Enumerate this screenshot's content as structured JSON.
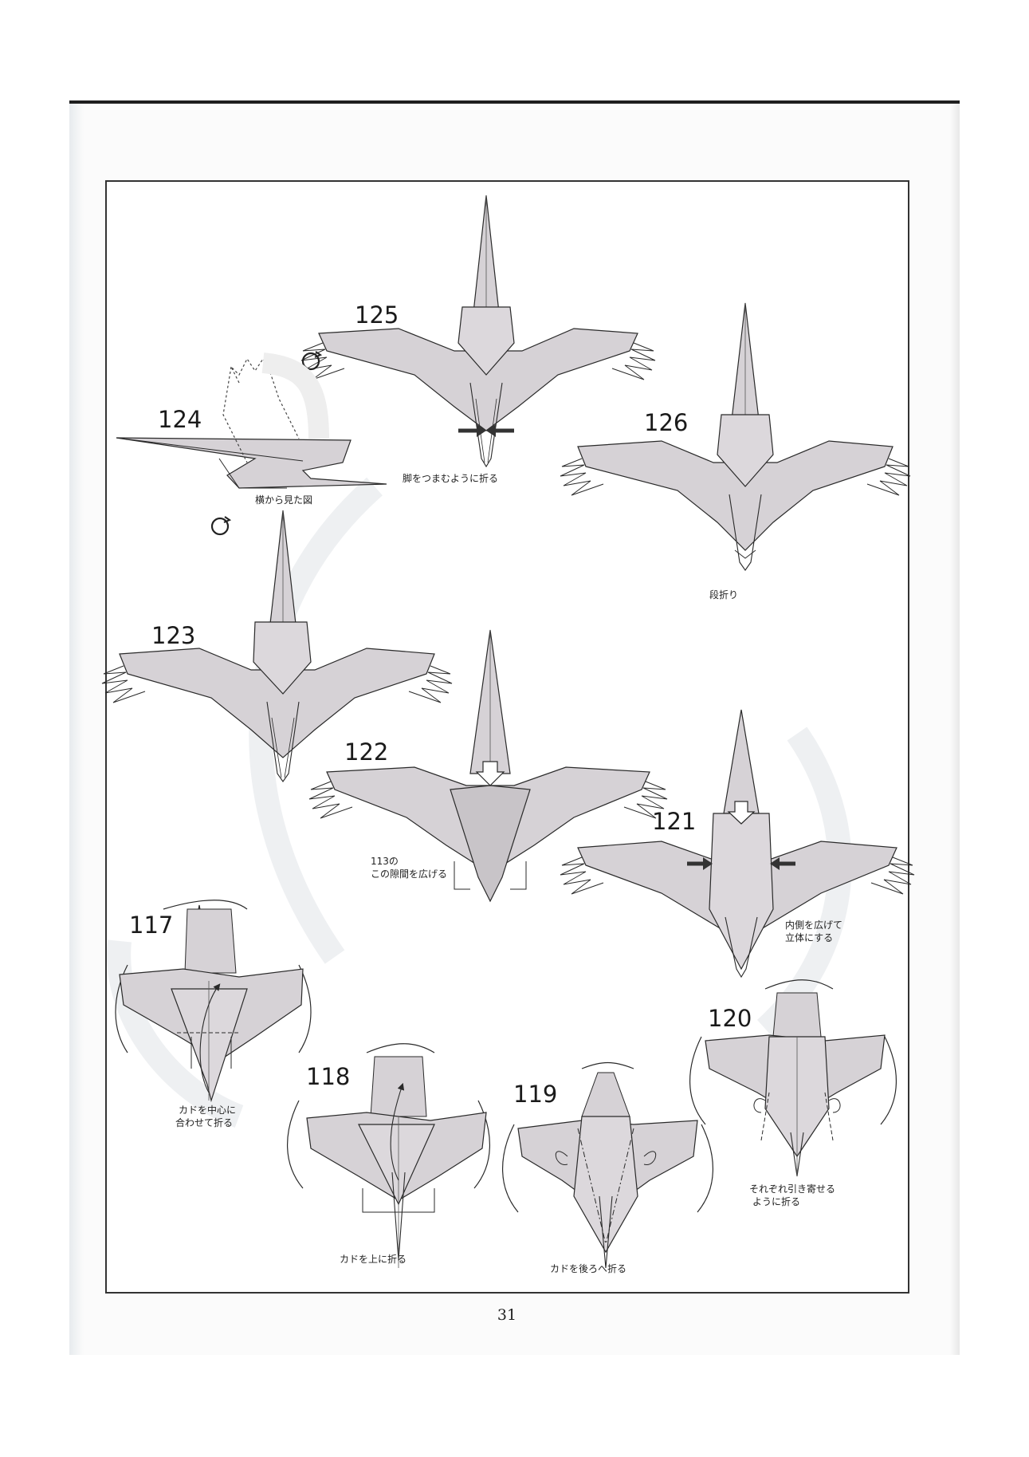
{
  "page": {
    "number": "31"
  },
  "steps": {
    "s117": {
      "number": "117",
      "caption": [
        "カドを中心に",
        "合わせて折る"
      ]
    },
    "s118": {
      "number": "118",
      "caption": [
        "カドを上に折る"
      ]
    },
    "s119": {
      "number": "119",
      "caption": [
        "カドを後ろへ折る"
      ]
    },
    "s120": {
      "number": "120",
      "caption": [
        "それぞれ引き寄せる",
        "ように折る"
      ]
    },
    "s121": {
      "number": "121",
      "caption": [
        "内側を広げて",
        "立体にする"
      ]
    },
    "s122": {
      "number": "122",
      "caption": [
        "113の",
        "この隙間を広げる"
      ]
    },
    "s123": {
      "number": "123",
      "caption": []
    },
    "s124": {
      "number": "124",
      "caption": [
        "横から見た図"
      ]
    },
    "s125": {
      "number": "125",
      "caption": [
        "脚をつまむように折る"
      ]
    },
    "s126": {
      "number": "126",
      "caption": [
        "段折り"
      ]
    }
  },
  "colors": {
    "paper": "#ffffff",
    "fold_fill": "#d6d2d6",
    "fold_fill_dark": "#c2bec4",
    "line": "#2a2a2a",
    "frame": "#333333"
  },
  "icons": [
    "turn-over-icon",
    "push-arrow-icon",
    "hollow-arrow-icon"
  ]
}
